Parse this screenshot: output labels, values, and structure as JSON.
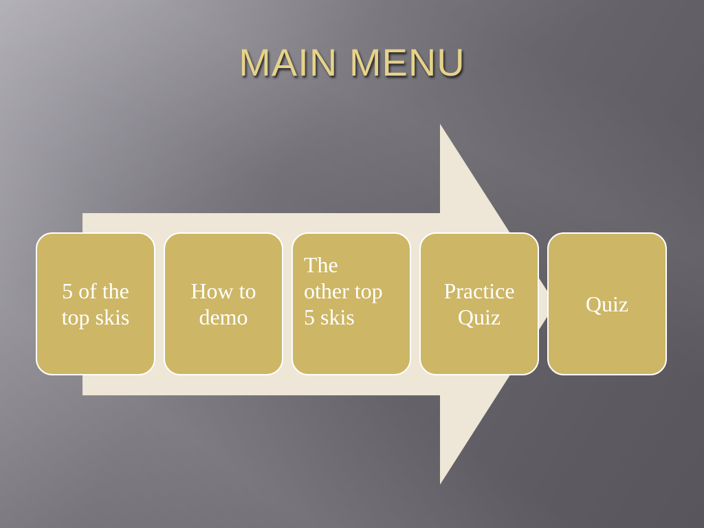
{
  "slide": {
    "title": "MAIN MENU"
  },
  "menu": {
    "items": [
      {
        "label": "5 of the\ntop skis"
      },
      {
        "label": "How to\ndemo"
      },
      {
        "label": "The\nother top\n5 skis"
      },
      {
        "label": "Practice\nQuiz"
      },
      {
        "label": "Quiz"
      }
    ]
  },
  "colors": {
    "title": "#e6d38a",
    "box_fill": "#cdb665",
    "box_border": "#ffffff",
    "arrow_fill": "#eee6d6"
  }
}
